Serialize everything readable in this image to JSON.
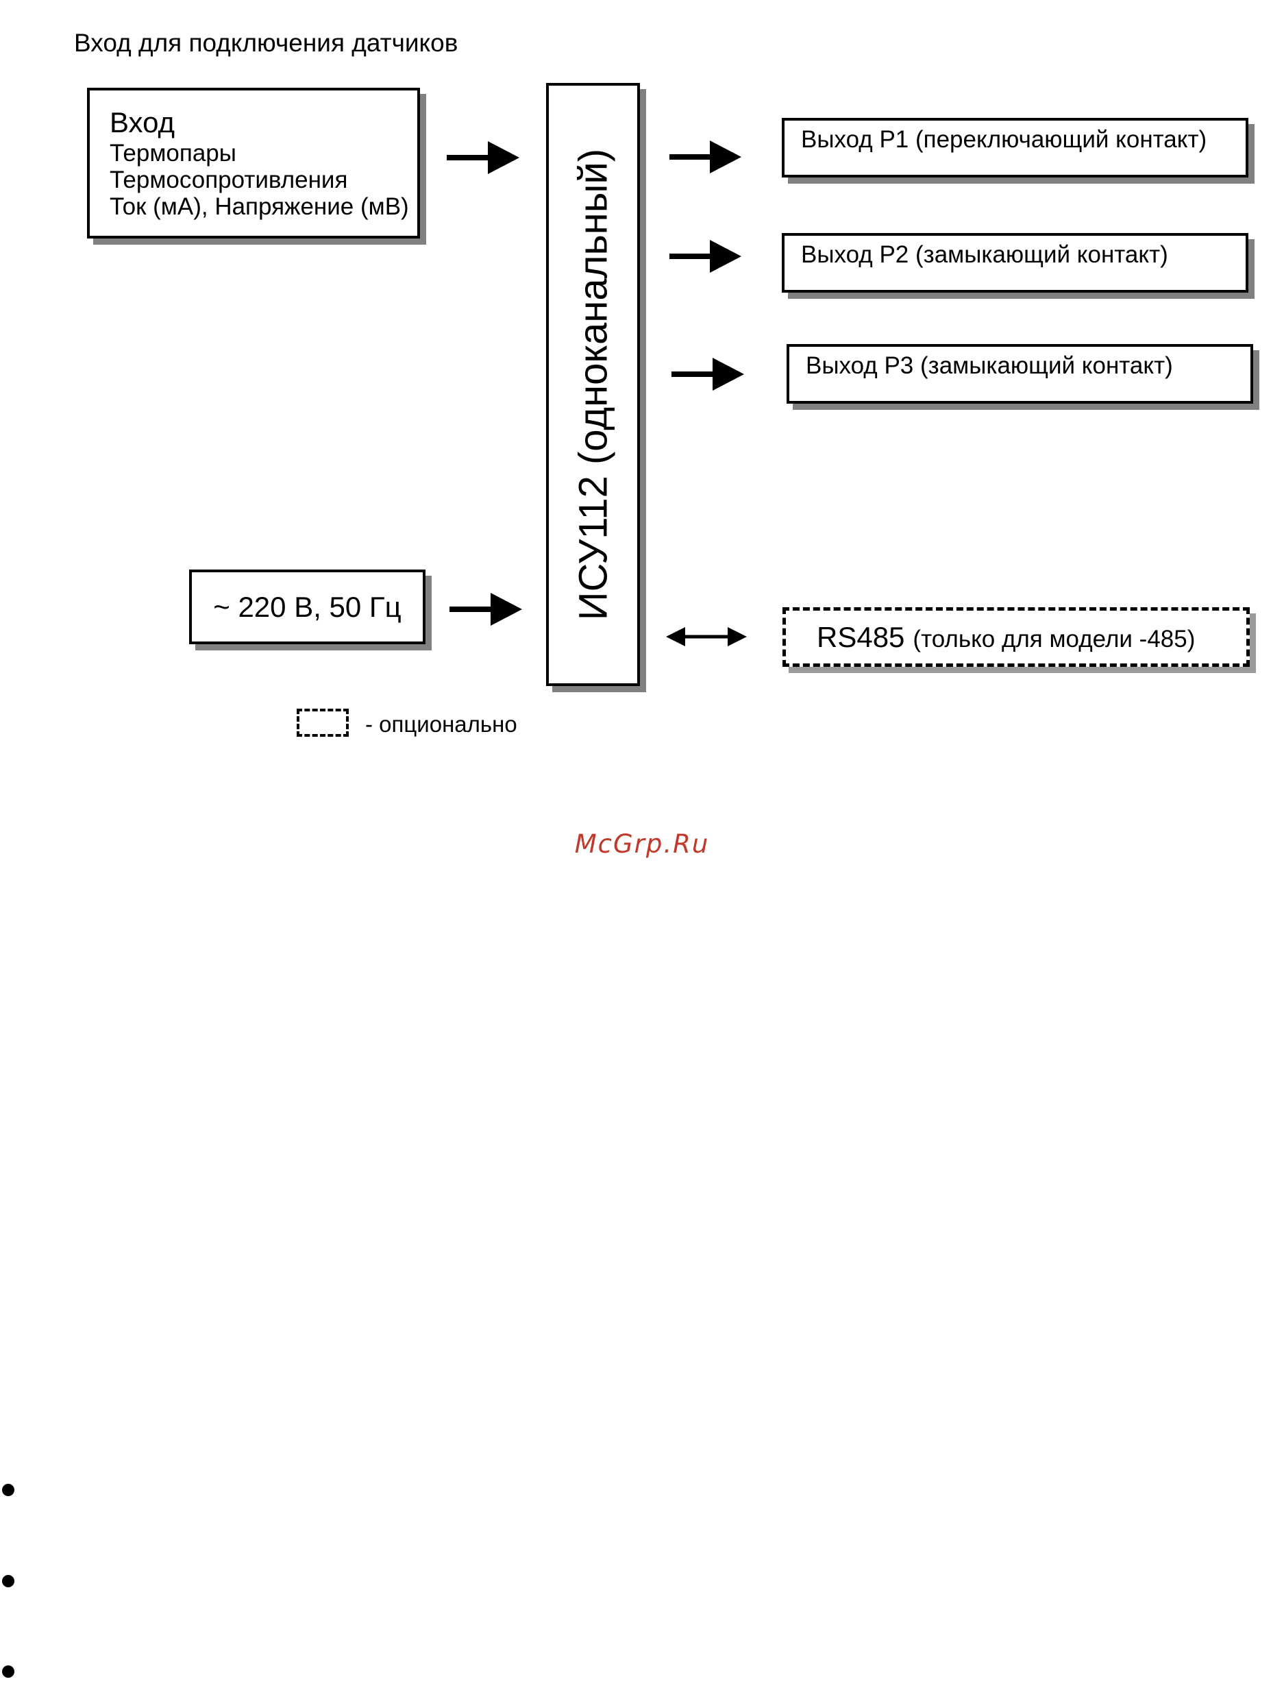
{
  "heading": "Вход для подключения датчиков",
  "input_block": {
    "title": "Вход",
    "lines": [
      "Термопары",
      "Термосопротивления",
      "Ток (мА), Напряжение (мВ)"
    ]
  },
  "power_block": {
    "label": "~ 220 В, 50 Гц"
  },
  "device_block": {
    "label": "ИСУ112 (одноканальный)"
  },
  "outputs": [
    {
      "label": "Выход Р1 (переключающий контакт)"
    },
    {
      "label": "Выход Р2 (замыкающий контакт)"
    },
    {
      "label": "Выход Р3 (замыкающий контакт)"
    }
  ],
  "interface_block": {
    "label": "RS485",
    "note": "(только для модели -485)",
    "style": "dashed"
  },
  "legend": {
    "label": "- опционально"
  },
  "watermark": "McGrp.Ru",
  "colors": {
    "line": "#000000",
    "shadow": "#808080",
    "watermark": "#c0392b"
  }
}
